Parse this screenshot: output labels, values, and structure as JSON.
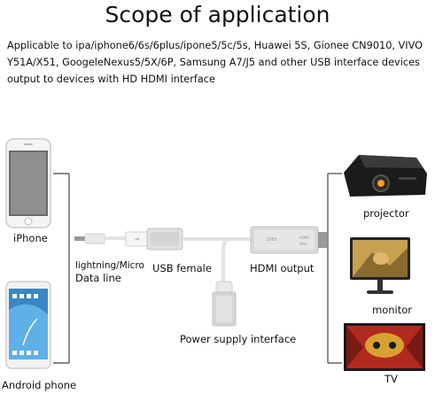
{
  "title": "Scope of application",
  "description": "Applicable to ipa/iphone6/6s/6plus/ipone5/5c/5s, Huawei 5S, Gionee CN9010, VIVO Y51A/X51, GoogeleNexus5/5X/6P, Samsung A7/J5 and other USB interface devices output to devices with HD HDMI interface",
  "labels": {
    "iphone": "iPhone",
    "android": "Android phone",
    "lightning_line1": "lightning/Micro",
    "lightning_line2": "Data line",
    "usb_female": "USB female",
    "hdmi_output": "HDMI output",
    "power_supply": "Power supply interface",
    "projector": "projector",
    "monitor": "monitor",
    "tv": "TV"
  },
  "colors": {
    "cable": "#e3e3e3",
    "connector": "#cfcfcf",
    "tv_frame": "#1a1a1a"
  }
}
